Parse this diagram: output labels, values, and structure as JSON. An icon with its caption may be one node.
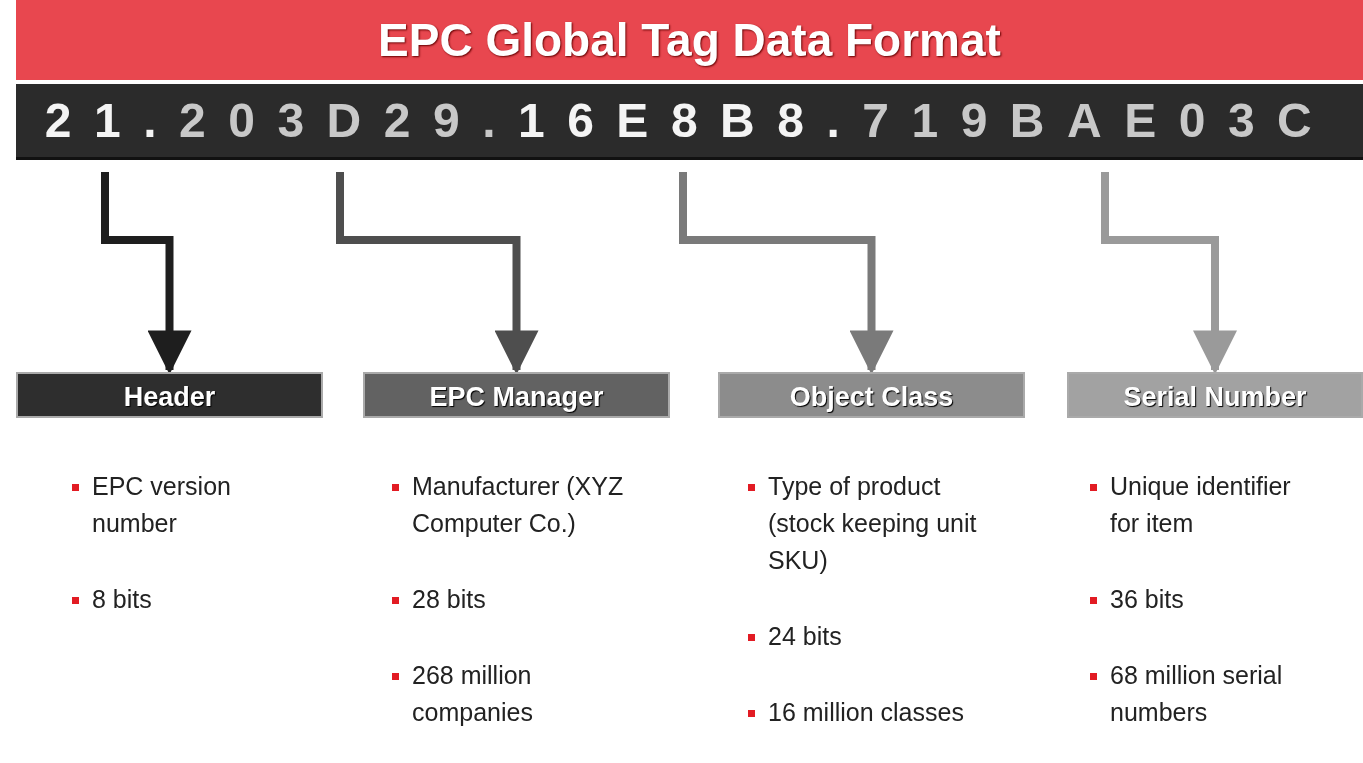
{
  "diagram": {
    "title": "EPC Global Tag Data Format",
    "nodes": [
      {
        "text": [],
        "shape": "bar"
      },
      {
        "text": [
          "21."
        ],
        "in": 0
      },
      {
        "text": [
          "203D29."
        ],
        "in": 0
      },
      {
        "text": [
          "16E8B8."
        ],
        "in": 0
      },
      {
        "text": [
          "719BAE03C"
        ],
        "in": 0
      },
      {
        "text": [
          "Header"
        ],
        "beside": [
          "EPC version number",
          "8 bits"
        ]
      },
      {
        "text": [
          "EPC Manager"
        ],
        "beside": [
          "Manufacturer (XYZ Computer Co.)",
          "28 bits",
          "268 million companies"
        ]
      },
      {
        "text": [
          "Object Class"
        ],
        "beside": [
          "Type of product (stock keeping unit SKU)",
          "24 bits",
          "16 million classes"
        ]
      },
      {
        "text": [
          "Serial Number"
        ],
        "beside": [
          "Unique identifier for item",
          "36 bits",
          "68 million serial numbers"
        ]
      }
    ],
    "edges": [
      {
        "from": 1,
        "to": 5,
        "arrow": "to",
        "color": "#1e1e1e"
      },
      {
        "from": 2,
        "to": 6,
        "arrow": "to",
        "color": "#4e4e4e"
      },
      {
        "from": 3,
        "to": 7,
        "arrow": "to",
        "color": "#7a7a7a"
      },
      {
        "from": 4,
        "to": 8,
        "arrow": "to",
        "color": "#9a9a9a"
      }
    ]
  }
}
